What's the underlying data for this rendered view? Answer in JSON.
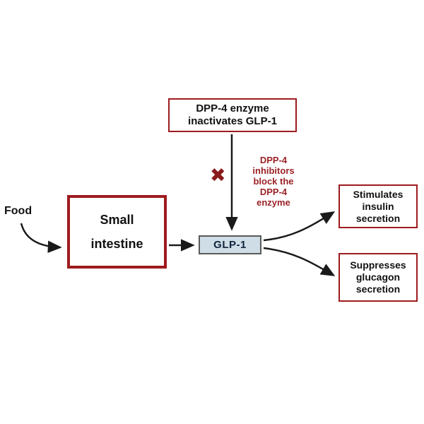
{
  "diagram": {
    "description": "GLP-1 / DPP-4 enzyme pathway diagram",
    "accent_border_color": "#9e1b1e",
    "note_text_color": "#9b2226",
    "glp1_fill_color": "#cfdde6",
    "arrow_color": "#1a1a1a"
  },
  "nodes": {
    "food_label": "Food",
    "small_intestine": {
      "lines": [
        "Small",
        "intestine"
      ]
    },
    "dpp4_enzyme": {
      "lines": [
        "DPP-4 enzyme",
        "inactivates GLP-1"
      ]
    },
    "inhibitor_note": {
      "lines": [
        "DPP-4",
        "inhibitors",
        "block the",
        "DPP-4",
        "enzyme"
      ]
    },
    "x_mark": "✖",
    "glp1": {
      "label": "GLP-1"
    },
    "stimulates": {
      "lines": [
        "Stimulates",
        "insulin",
        "secretion"
      ]
    },
    "suppresses": {
      "lines": [
        "Suppresses",
        "glucagon",
        "secretion"
      ]
    }
  }
}
